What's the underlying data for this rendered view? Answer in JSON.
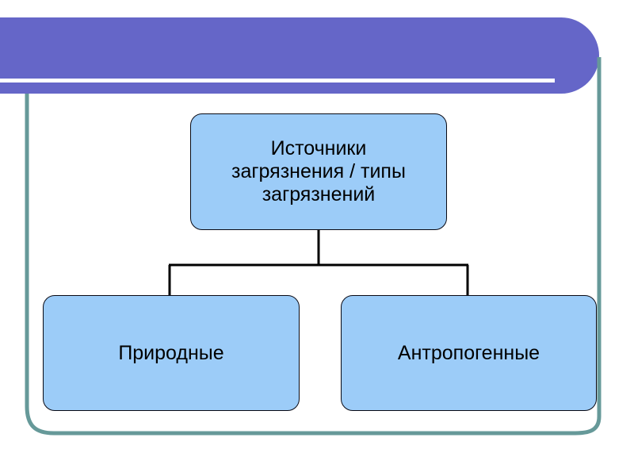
{
  "slide": {
    "title_banner": {
      "text": "",
      "color": "#6566c8",
      "rule_color": "#ffffff"
    },
    "frame": {
      "color": "#669999"
    },
    "palette": {
      "node_fill": "#9cccf8",
      "node_border": "#0a0a14",
      "connector": "#000000",
      "background": "#ffffff"
    },
    "diagram": {
      "root": {
        "label": "Источники\nзагрязнения / типы\nзагрязнений"
      },
      "children": [
        {
          "label": "Природные"
        },
        {
          "label": "Антропогенные"
        }
      ]
    }
  }
}
